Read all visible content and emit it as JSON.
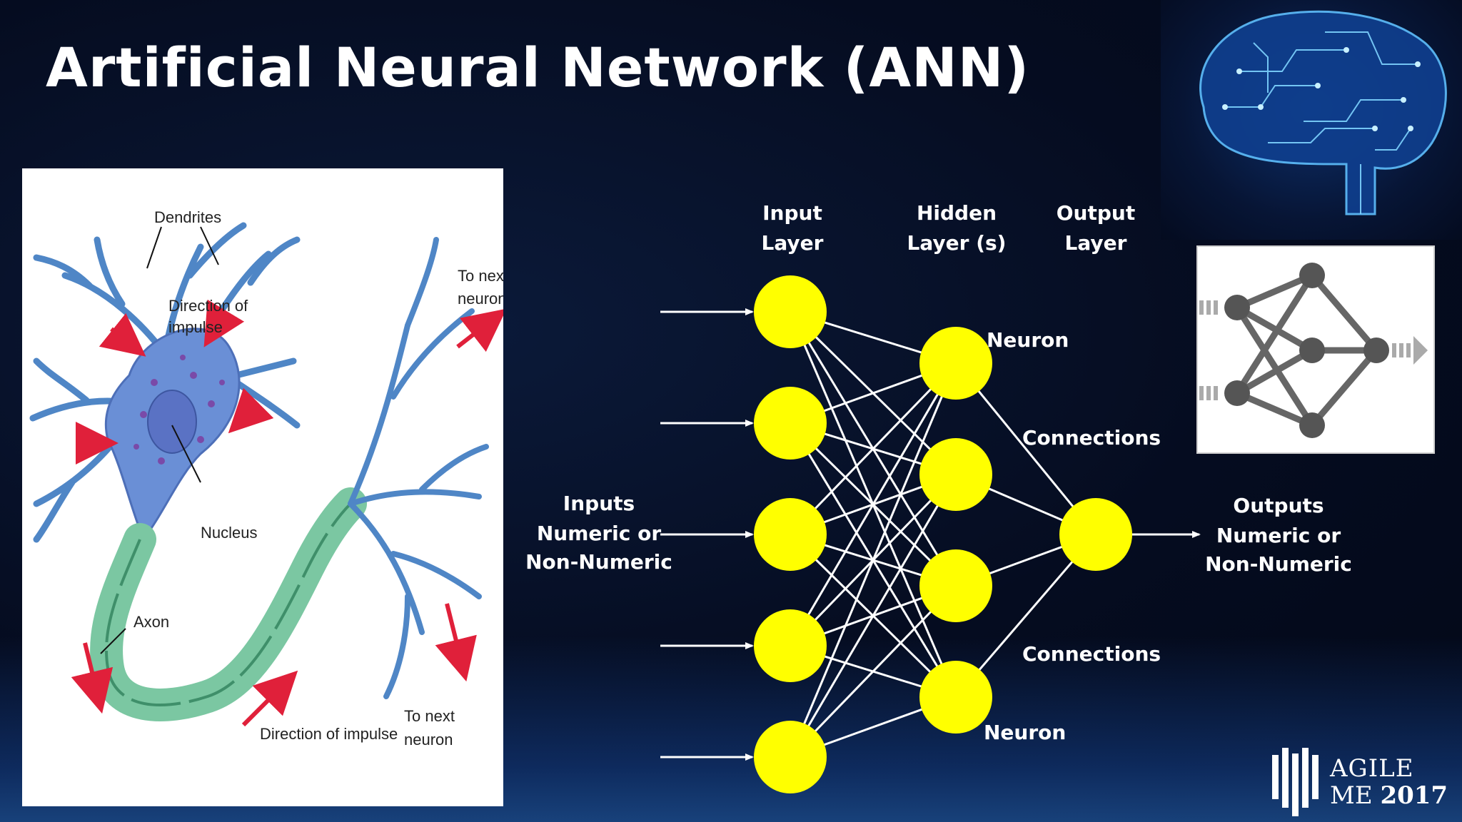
{
  "slide": {
    "title": "Artificial Neural Network (ANN)"
  },
  "neuron_illustration": {
    "labels": {
      "dendrites": "Dendrites",
      "direction_of_impulse_top": [
        "Direction of",
        "impulse"
      ],
      "nucleus": "Nucleus",
      "axon": "Axon",
      "direction_of_impulse_bottom": "Direction of impulse",
      "to_next_neuron_top": [
        "To next",
        "neuron"
      ],
      "to_next_neuron_bottom": [
        "To next",
        "neuron"
      ]
    }
  },
  "ann_diagram": {
    "layer_headers": {
      "input": [
        "Input",
        "Layer"
      ],
      "hidden": [
        "Hidden",
        "Layer (s)"
      ],
      "output": [
        "Output",
        "Layer"
      ]
    },
    "inputs_label": [
      "Inputs",
      "Numeric or",
      "Non-Numeric"
    ],
    "outputs_label": [
      "Outputs",
      "Numeric or",
      "Non-Numeric"
    ],
    "neuron_label_top": "Neuron",
    "neuron_label_bottom": "Neuron",
    "connections_label_top": "Connections",
    "connections_label_bottom": "Connections",
    "layer_sizes": [
      5,
      4,
      1
    ],
    "node_color": "#ffff00",
    "line_color": "#ffffff"
  },
  "logo": {
    "line1": "AGILE",
    "line2_prefix": "ME ",
    "line2_year": "2017"
  }
}
